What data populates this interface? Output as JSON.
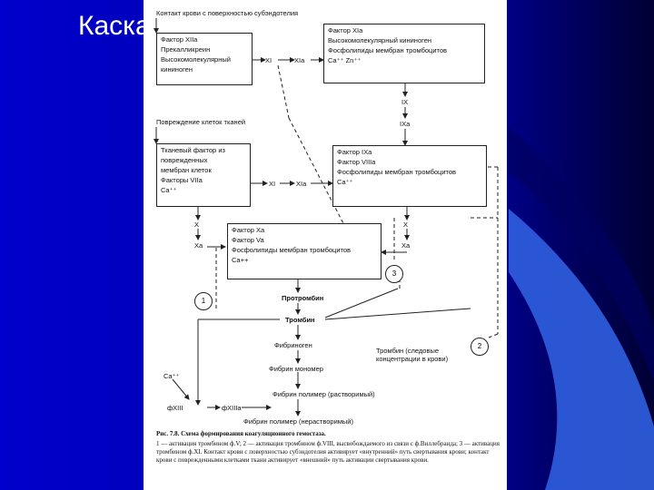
{
  "slide": {
    "title": "Каскад свертывания крови",
    "colors": {
      "background_left": "#0000c8",
      "background_right": "#000040",
      "accent": "#2f5fe0"
    }
  },
  "figure": {
    "top_label": "Контакт крови с поверхностью субэндотелия",
    "box1": [
      "Фактор XIIa",
      "Прекалликреин",
      "Высокомолекулярный",
      "кининоген"
    ],
    "box2": [
      "Фактор XIa",
      "Высокомолекулярный кининоген",
      "Фосфолипиды мембран тромбоцитов",
      "Ca⁺⁺  Zn⁺⁺"
    ],
    "xi_1": "XI",
    "xia_1": "XIa",
    "ix": "IX",
    "ixa": "IXa",
    "damage_label": "Повреждение клеток тканей",
    "box3": [
      "Тканевый фактор из",
      "поврежденных",
      "мембран клеток",
      "Факторы VIIa",
      "Ca⁺⁺"
    ],
    "xi_2": "XI",
    "xia_2": "XIa",
    "box4": [
      "Фактор IXa",
      "Фактор VIIIa",
      "Фосфолипиды мембран тромбоцитов",
      "Ca⁺⁺"
    ],
    "x_left": "X",
    "xa_left": "Xa",
    "x_right": "X",
    "xa_right": "Xa",
    "box5": [
      "Фактор Xa",
      "Фактор Va",
      "Фосфолипиды мембран тромбоцитов",
      "Ca++"
    ],
    "node1": "1",
    "node2": "2",
    "node3": "3",
    "prothrombin": "Протромбин",
    "thrombin": "Тромбин",
    "thrombin_trace": [
      "Тромбин (следовые",
      "концентрации в крови)"
    ],
    "fibrinogen": "Фибриноген",
    "fibrin_monomer": "Фибрин мономер",
    "ca_left": "Ca⁺⁺",
    "fxiii": "фXIII",
    "fxiiia": "фXIIIa",
    "fibrin_polymer_soluble": "Фибрин полимер (растворимый)",
    "fibrin_polymer_insoluble": "Фибрин полимер (нерастворимый)",
    "caption_title": "Рис. 7.8. Схема формирования коагуляционного гемостаза.",
    "caption_text": "1 — активация тромбином ф.V; 2 — активация тромбином ф.VIII, высвобождаемого из связи с ф.Виллебранда; 3 — активация тромбином ф.XI. Контакт крови с поверхностью субэндотелия активирует «внутренний» путь свертывания крови; контакт крови с поврежденными клетками ткани активирует «внешний» путь активации свертывания крови."
  }
}
